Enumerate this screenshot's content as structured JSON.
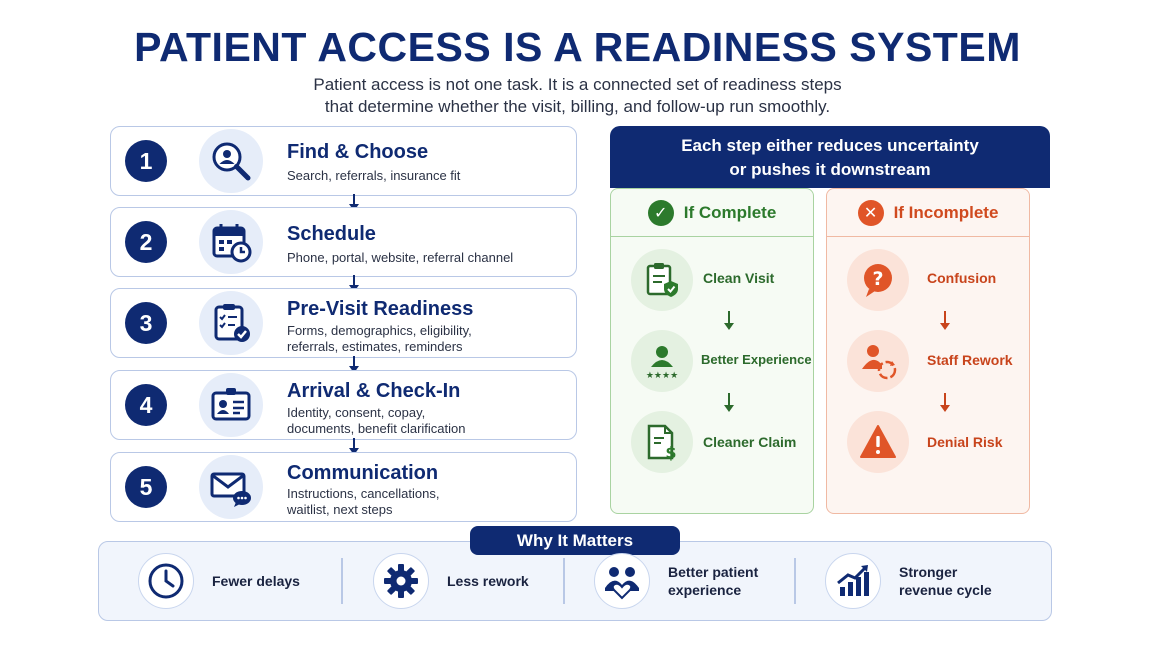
{
  "header": {
    "title": "PATIENT ACCESS IS A READINESS SYSTEM",
    "subtitle_line1": "Patient access is not one task. It is a connected set of readiness steps",
    "subtitle_line2": "that determine whether the visit, billing, and follow-up run smoothly."
  },
  "steps": [
    {
      "num": "1",
      "title": "Find & Choose",
      "desc1": "Search, referrals, insurance fit",
      "desc2": "",
      "icon": "search-person-icon"
    },
    {
      "num": "2",
      "title": "Schedule",
      "desc1": "Phone, portal, website, referral channel",
      "desc2": "",
      "icon": "calendar-clock-icon"
    },
    {
      "num": "3",
      "title": "Pre-Visit Readiness",
      "desc1": "Forms, demographics, eligibility,",
      "desc2": "referrals, estimates, reminders",
      "icon": "checklist-icon"
    },
    {
      "num": "4",
      "title": "Arrival & Check-In",
      "desc1": "Identity, consent, copay,",
      "desc2": "documents, benefit clarification",
      "icon": "id-badge-icon"
    },
    {
      "num": "5",
      "title": "Communication",
      "desc1": "Instructions, cancellations,",
      "desc2": "waitlist, next steps",
      "icon": "envelope-chat-icon"
    }
  ],
  "panel": {
    "heading_line1": "Each step either reduces uncertainty",
    "heading_line2": "or pushes it downstream",
    "complete": {
      "label": "If Complete",
      "outcomes": [
        "Clean Visit",
        "Better Experience",
        "Cleaner Claim"
      ]
    },
    "incomplete": {
      "label": "If Incomplete",
      "outcomes": [
        "Confusion",
        "Staff Rework",
        "Denial Risk"
      ]
    }
  },
  "why": {
    "label": "Why It Matters",
    "items": [
      {
        "line1": "Fewer delays",
        "line2": "",
        "icon": "clock-icon"
      },
      {
        "line1": "Less rework",
        "line2": "",
        "icon": "gear-icon"
      },
      {
        "line1": "Better patient",
        "line2": "experience",
        "icon": "people-heart-icon"
      },
      {
        "line1": "Stronger",
        "line2": "revenue cycle",
        "icon": "growth-chart-icon"
      }
    ]
  },
  "colors": {
    "navy": "#0f2a72",
    "green": "#2c7a2c",
    "orange": "#e05528"
  }
}
